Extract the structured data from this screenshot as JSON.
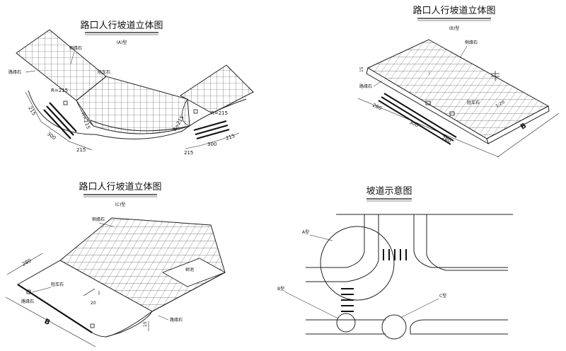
{
  "panelA": {
    "title": "路口人行坡道立体图",
    "subtitle": "(A)型",
    "labels": {
      "curb": "侧缘石",
      "stop": "阻车石",
      "edge": "路缘石",
      "r1": "R=215",
      "r2": "R=215",
      "r3": "R=215",
      "r4": "R=215",
      "d215a": "215",
      "d300a": "300",
      "d215b": "215",
      "d215c": "215",
      "d300b": "300",
      "d215d": "215"
    }
  },
  "panelB": {
    "title": "路口人行坡道立体图",
    "subtitle": "(B)型",
    "labels": {
      "curb": "侧缘石",
      "edge": "路缘石",
      "stop": "阻车石",
      "d15": "15",
      "d280a": "280",
      "d300": "300",
      "d280b": "280",
      "b": "B",
      "slope": "1:20",
      "i": "i"
    }
  },
  "panelC": {
    "title": "路口人行坡道立体图",
    "subtitle": "(C)型",
    "labels": {
      "curb": "侧缘石",
      "tree": "树池",
      "d280": "280",
      "stop": "阻车石",
      "edge": "路缘石",
      "b": "B",
      "slope1": "1",
      "slope20": "20",
      "d15": "15",
      "edge2": "路缘石"
    }
  },
  "panelD": {
    "title": "坡道示意图",
    "labels": {
      "a": "A型",
      "b": "B型",
      "c": "C型"
    }
  }
}
